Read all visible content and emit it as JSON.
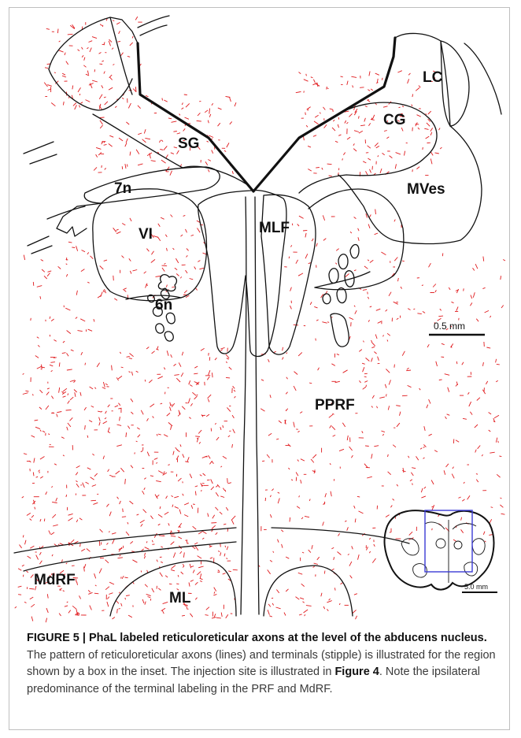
{
  "labels": {
    "sg": "SG",
    "cg": "CG",
    "lc": "LC",
    "mves": "MVes",
    "n7": "7n",
    "vi": "VI",
    "mlf": "MLF",
    "n6": "6n",
    "pprf": "PPRF",
    "mdrf": "MdRF",
    "ml": "ML"
  },
  "scale_main": "0.5 mm",
  "scale_inset": "5.0 mm",
  "caption": {
    "title": "FIGURE 5 | PhaL labeled reticuloreticular axons at the level of the abducens nucleus.",
    "text1": " The pattern of reticuloreticular axons (lines) and terminals (stipple) is illustrated for the region shown by a box in the inset. The injection site is illustrated in ",
    "figref": "Figure 4",
    "text2": ". Note the ipsilateral predominance of the terminal labeling in the PRF and MdRF."
  },
  "colors": {
    "label_fiber": "#e0191c",
    "outline": "#111111",
    "inset_box": "#3b3bd6"
  }
}
